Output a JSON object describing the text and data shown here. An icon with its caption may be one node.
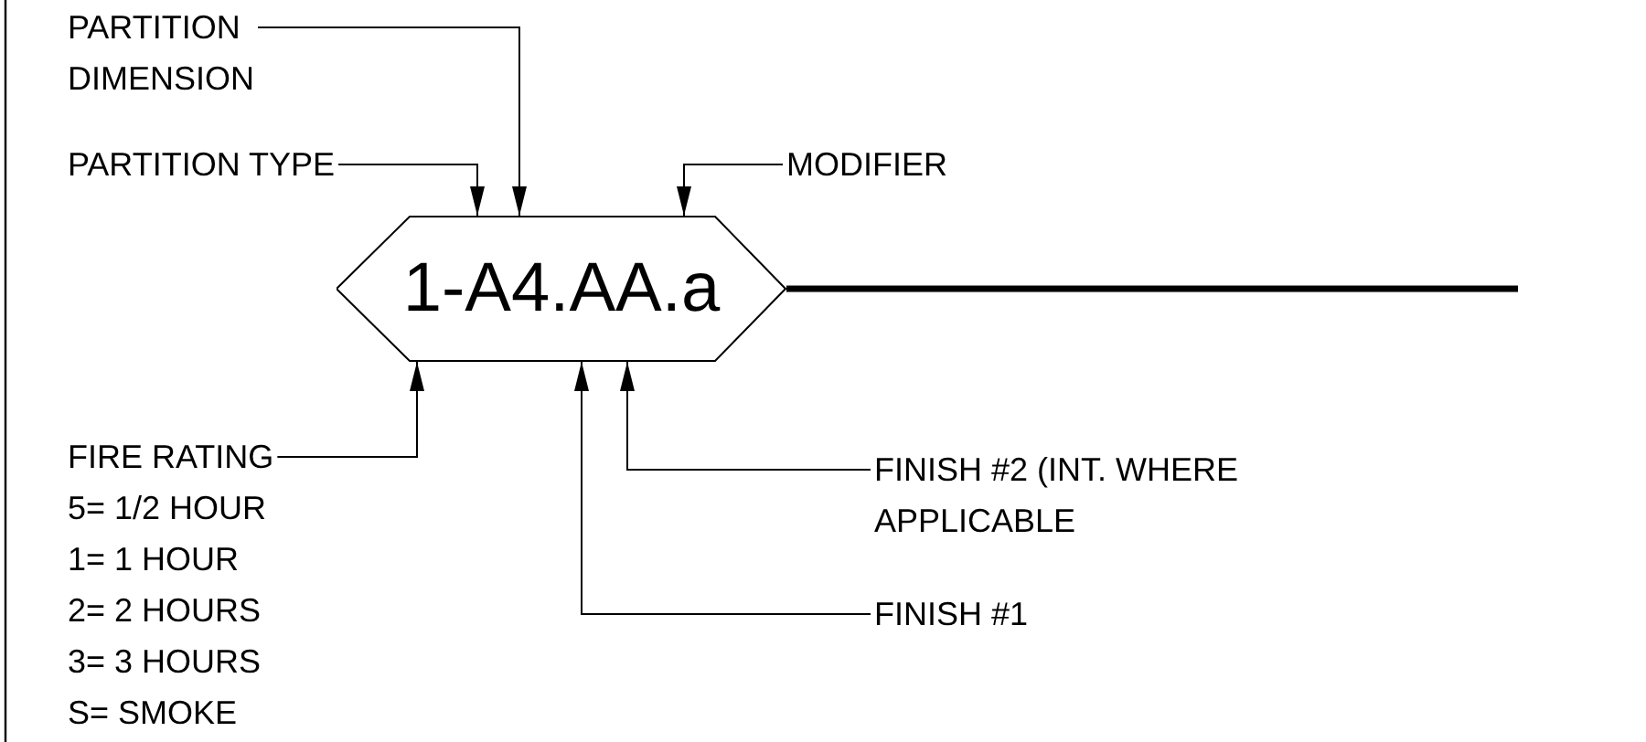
{
  "diagram": {
    "nodes": [
      {
        "text": [
          "1-A4.AA.a"
        ]
      },
      {
        "text": [
          "PARTITION DIMENSION"
        ]
      },
      {
        "text": [
          "PARTITION TYPE"
        ]
      },
      {
        "text": [
          "MODIFIER"
        ]
      },
      {
        "text": [
          "FIRE RATING",
          "5= 1/2 HOUR",
          "1= 1 HOUR",
          "2= 2 HOURS",
          "3= 3 HOURS",
          "S= SMOKE"
        ]
      },
      {
        "text": [
          "FINISH #2 (INT. WHERE APPLICABLE"
        ]
      },
      {
        "text": [
          "FINISH #1"
        ]
      }
    ],
    "edges": [
      {
        "from": 1,
        "to": 0,
        "arrow": "to"
      },
      {
        "from": 2,
        "to": 0,
        "arrow": "to"
      },
      {
        "from": 3,
        "to": 0,
        "arrow": "to"
      },
      {
        "from": 4,
        "to": 0,
        "arrow": "to"
      },
      {
        "from": 5,
        "to": 0,
        "arrow": "to"
      },
      {
        "from": 6,
        "to": 0,
        "arrow": "to"
      },
      {
        "from": 0,
        "to": null,
        "arrow": "none",
        "style": "thick"
      }
    ]
  }
}
